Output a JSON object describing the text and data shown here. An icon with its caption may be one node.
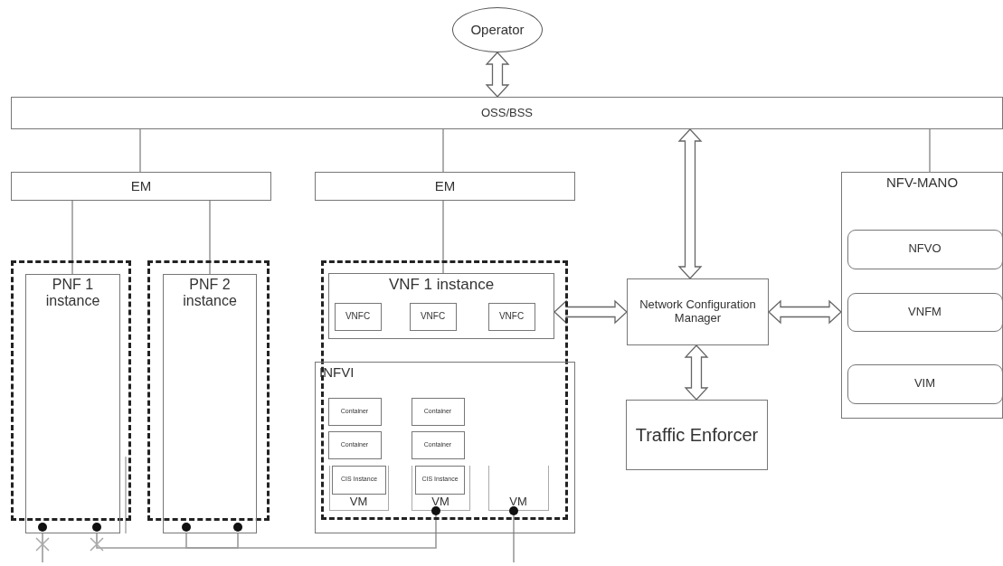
{
  "diagram": {
    "nodes": [
      {
        "text": [
          "Operator"
        ]
      },
      {
        "text": [
          "OSS/BSS"
        ]
      },
      {
        "text": [
          "EM"
        ]
      },
      {
        "text": [
          "EM"
        ]
      },
      {
        "text": [
          "NFV-MANO"
        ]
      },
      {
        "text": [
          "NFVO"
        ],
        "in": 4
      },
      {
        "text": [
          "VNFM"
        ],
        "in": 4
      },
      {
        "text": [
          "VIM"
        ],
        "in": 4
      },
      {
        "text": [],
        "shape": "box"
      },
      {
        "text": [
          "PNF 1 instance"
        ],
        "in": 8
      },
      {
        "text": [],
        "shape": "box"
      },
      {
        "text": [
          "PNF 2 instance"
        ],
        "in": 10
      },
      {
        "text": [],
        "shape": "box"
      },
      {
        "text": [
          "VNF 1 instance"
        ],
        "in": 12
      },
      {
        "text": [
          "VNFC"
        ],
        "in": 13
      },
      {
        "text": [
          "VNFC"
        ],
        "in": 13
      },
      {
        "text": [
          "VNFC"
        ],
        "in": 13
      },
      {
        "text": [
          "INFVI"
        ]
      },
      {
        "text": [
          "Container"
        ],
        "in": 17
      },
      {
        "text": [
          "Container"
        ],
        "in": 17
      },
      {
        "text": [
          "Container"
        ],
        "in": 17
      },
      {
        "text": [
          "Container"
        ],
        "in": 17
      },
      {
        "text": [
          "VM"
        ],
        "in": 17
      },
      {
        "text": [
          "CIS Instance"
        ],
        "in": 22
      },
      {
        "text": [
          "VM"
        ],
        "in": 17
      },
      {
        "text": [
          "CIS Instance"
        ],
        "in": 24
      },
      {
        "text": [
          "VM"
        ],
        "in": 17
      },
      {
        "text": [
          "Network Configuration Manager"
        ]
      },
      {
        "text": [
          "Traffic Enforcer"
        ]
      }
    ],
    "edges": [
      {
        "from": 0,
        "to": 1,
        "arrow": "both"
      },
      {
        "from": 1,
        "to": 2,
        "arrow": "none"
      },
      {
        "from": 1,
        "to": 3,
        "arrow": "none"
      },
      {
        "from": 1,
        "to": 4,
        "arrow": "none"
      },
      {
        "from": 1,
        "to": 27,
        "arrow": "both"
      },
      {
        "from": 2,
        "to": 9,
        "arrow": "none"
      },
      {
        "from": 2,
        "to": 11,
        "arrow": "none"
      },
      {
        "from": 3,
        "to": 13,
        "arrow": "none"
      },
      {
        "from": 13,
        "to": 27,
        "arrow": "both"
      },
      {
        "from": 27,
        "to": 4,
        "arrow": "both"
      },
      {
        "from": 27,
        "to": 28,
        "arrow": "both"
      },
      {
        "from": 9,
        "to": 11,
        "arrow": "none"
      },
      {
        "from": 11,
        "to": 24,
        "arrow": "none"
      },
      {
        "from": 9,
        "to": null,
        "arrow": "none"
      },
      {
        "from": 26,
        "to": null,
        "arrow": "none"
      }
    ]
  }
}
